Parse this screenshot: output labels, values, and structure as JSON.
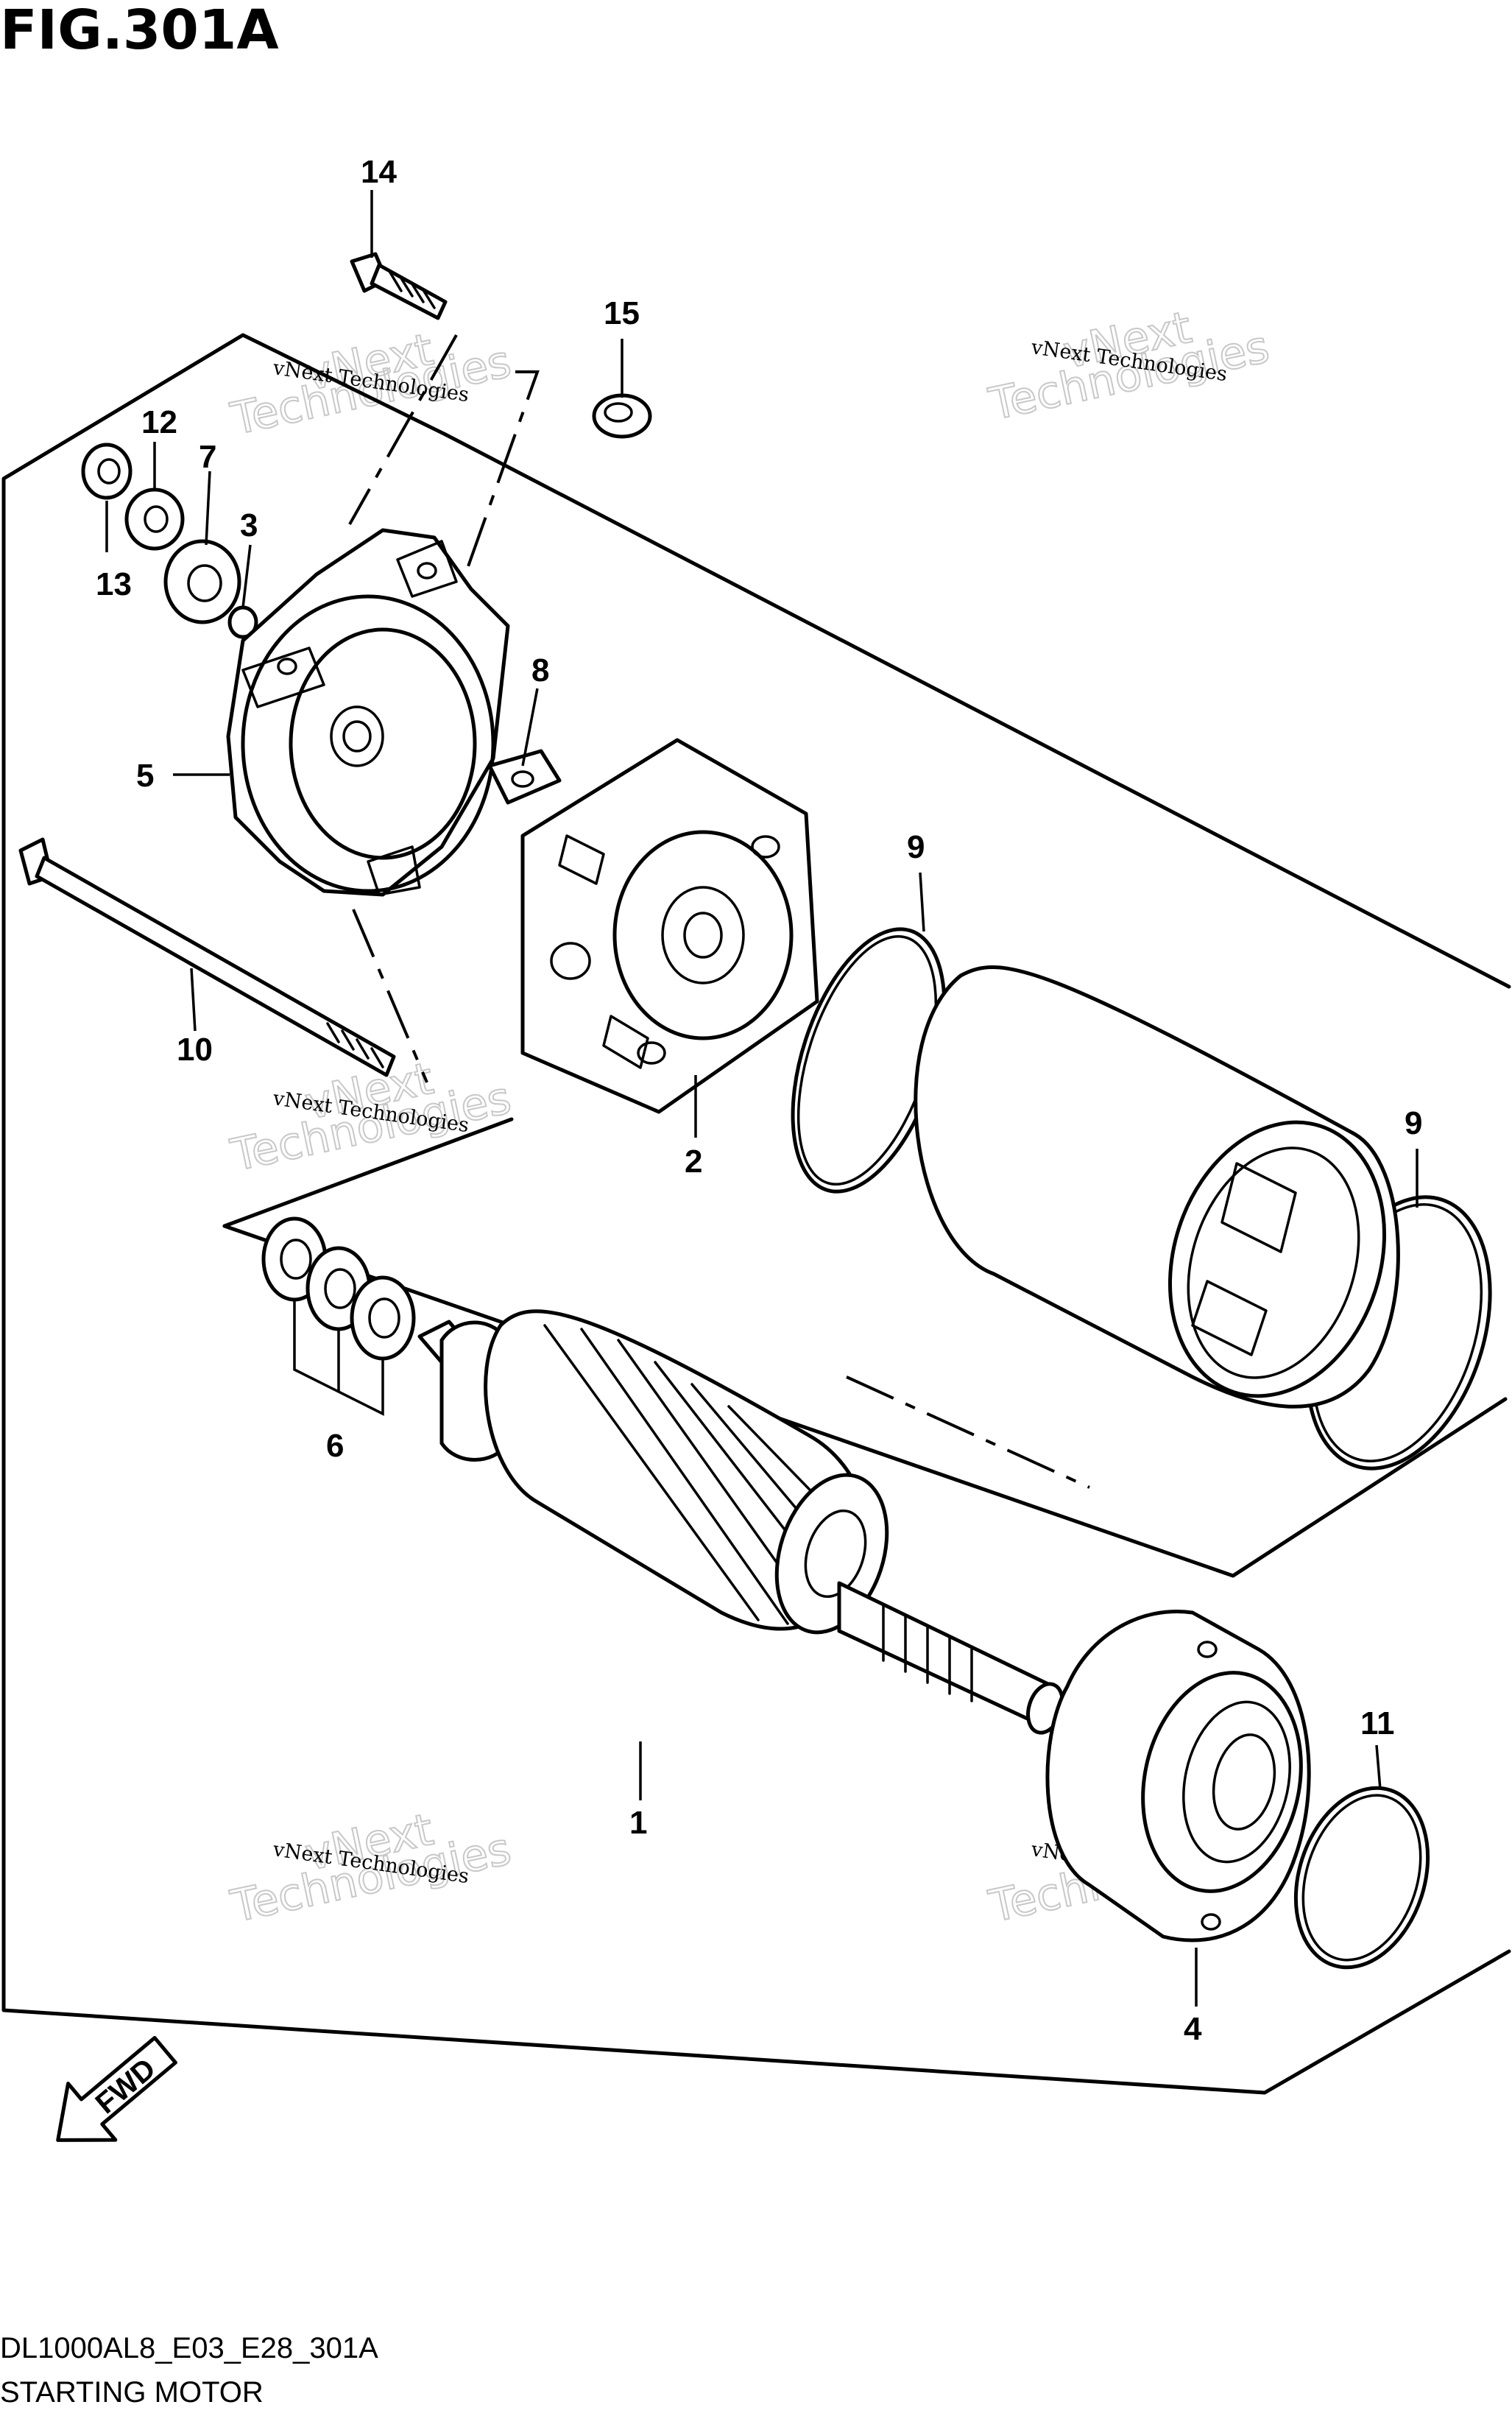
{
  "figure": {
    "title": "FIG.301A",
    "code": "DL1000AL8_E03_E28_301A",
    "subtitle": "STARTING MOTOR",
    "fwd_label": "FWD"
  },
  "watermark": {
    "small": "vNext Technologies",
    "big_line1": "vNext",
    "big_line2": "Technologies"
  },
  "callouts": {
    "c1": "1",
    "c2": "2",
    "c3": "3",
    "c4": "4",
    "c5": "5",
    "c6": "6",
    "c7": "7",
    "c8": "8",
    "c9a": "9",
    "c9b": "9",
    "c10": "10",
    "c11": "11",
    "c12": "12",
    "c13": "13",
    "c14": "14",
    "c15": "15"
  }
}
